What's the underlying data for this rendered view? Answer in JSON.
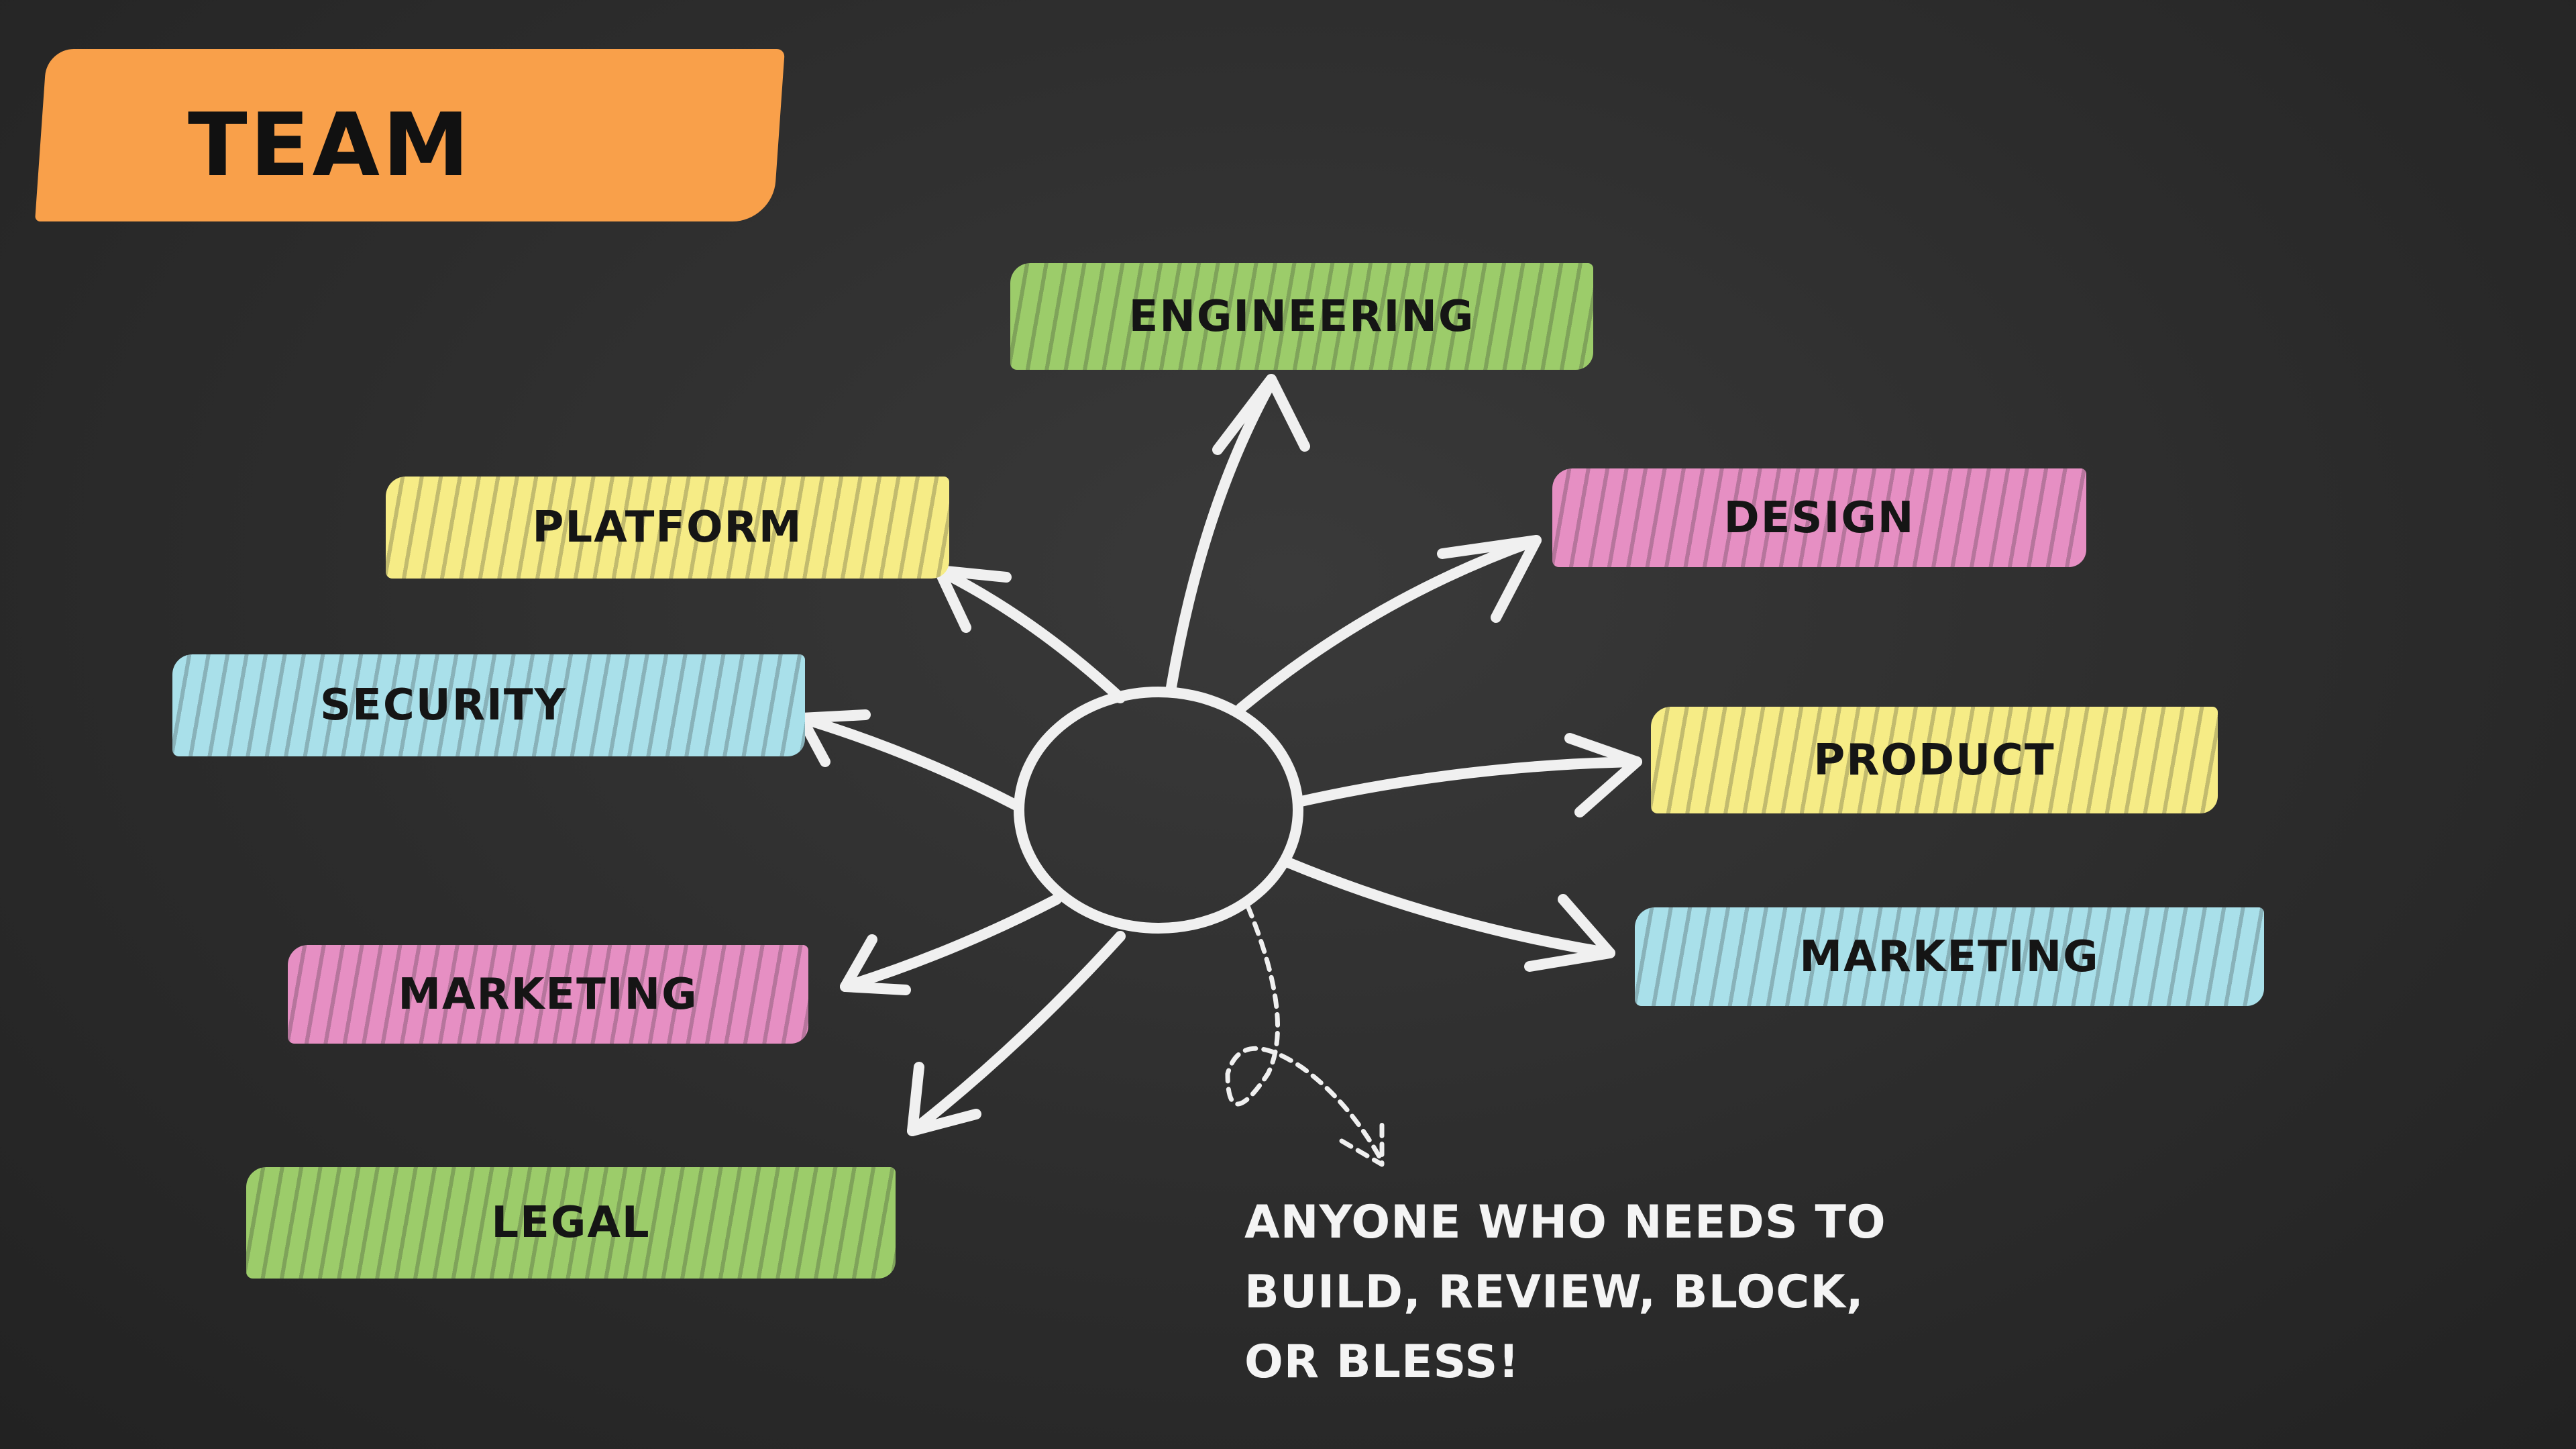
{
  "title": "TEAM",
  "colors": {
    "orange": "#f9a04a",
    "green": "#9ccc6a",
    "yellow": "#f6ec86",
    "pink": "#e68fc3",
    "blue": "#a9e0ea",
    "chalk": "#f2f2f2"
  },
  "labels": {
    "engineering": "ENGINEERING",
    "platform": "PLATFORM",
    "design": "DESIGN",
    "security": "SECURITY",
    "product": "PRODUCT",
    "marketing_right": "MARKETING",
    "marketing_left": "MARKETING",
    "legal": "LEGAL"
  },
  "note": {
    "line1": "ANYONE WHO NEEDS TO",
    "line2": "BUILD, REVIEW, BLOCK,",
    "line3": "OR BLESS!"
  }
}
